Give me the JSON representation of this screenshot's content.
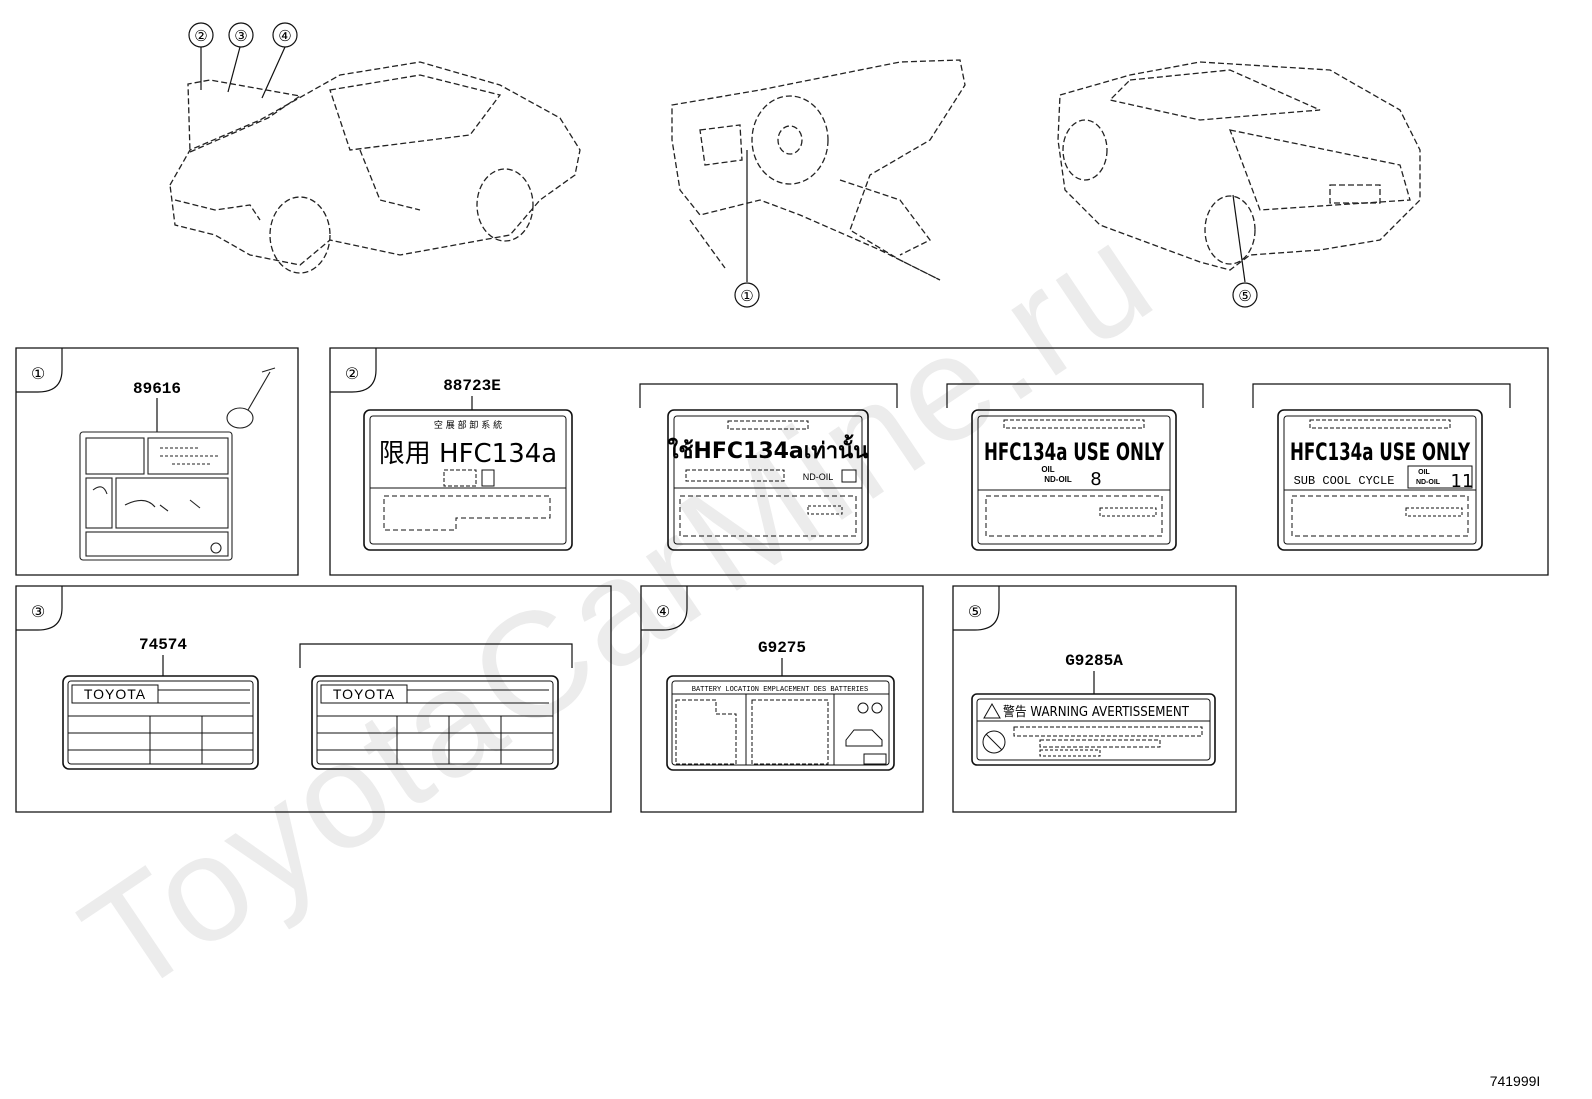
{
  "callouts": [
    "①",
    "②",
    "③",
    "④",
    "⑤"
  ],
  "watermark": "ToyotaCarMine.ru",
  "diagram_id": "741999I",
  "panels": [
    {
      "index": "①",
      "parts": [
        {
          "number": "89616"
        }
      ]
    },
    {
      "index": "②",
      "parts": [
        {
          "number": "88723E",
          "label_text": {
            "main": "限用 HFC134a",
            "top": "空 展 部 卸 系 統"
          }
        },
        {
          "label_text": {
            "main": "ใช้HFC134aเท่านั้น",
            "sub": "ND-OIL"
          }
        },
        {
          "label_text": {
            "main": "HFC134a USE ONLY",
            "sub_top": "OIL",
            "sub": "ND-OIL",
            "oil_number": "8"
          }
        },
        {
          "label_text": {
            "main": "HFC134a USE ONLY",
            "cycle": "SUB COOL CYCLE",
            "sub_top": "OIL",
            "sub": "ND-OIL",
            "oil_number": "11"
          }
        }
      ]
    },
    {
      "index": "③",
      "parts": [
        {
          "number": "74574",
          "brand": "TOYOTA"
        },
        {
          "brand": "TOYOTA"
        }
      ]
    },
    {
      "index": "④",
      "parts": [
        {
          "number": "G9275",
          "header": "BATTERY LOCATION  EMPLACEMENT DES BATTERIES"
        }
      ]
    },
    {
      "index": "⑤",
      "parts": [
        {
          "number": "G9285A",
          "warning": "警告 WARNING AVERTISSEMENT"
        }
      ]
    }
  ],
  "colors": {
    "line": "#111111",
    "watermark": "#e6e6e6"
  }
}
